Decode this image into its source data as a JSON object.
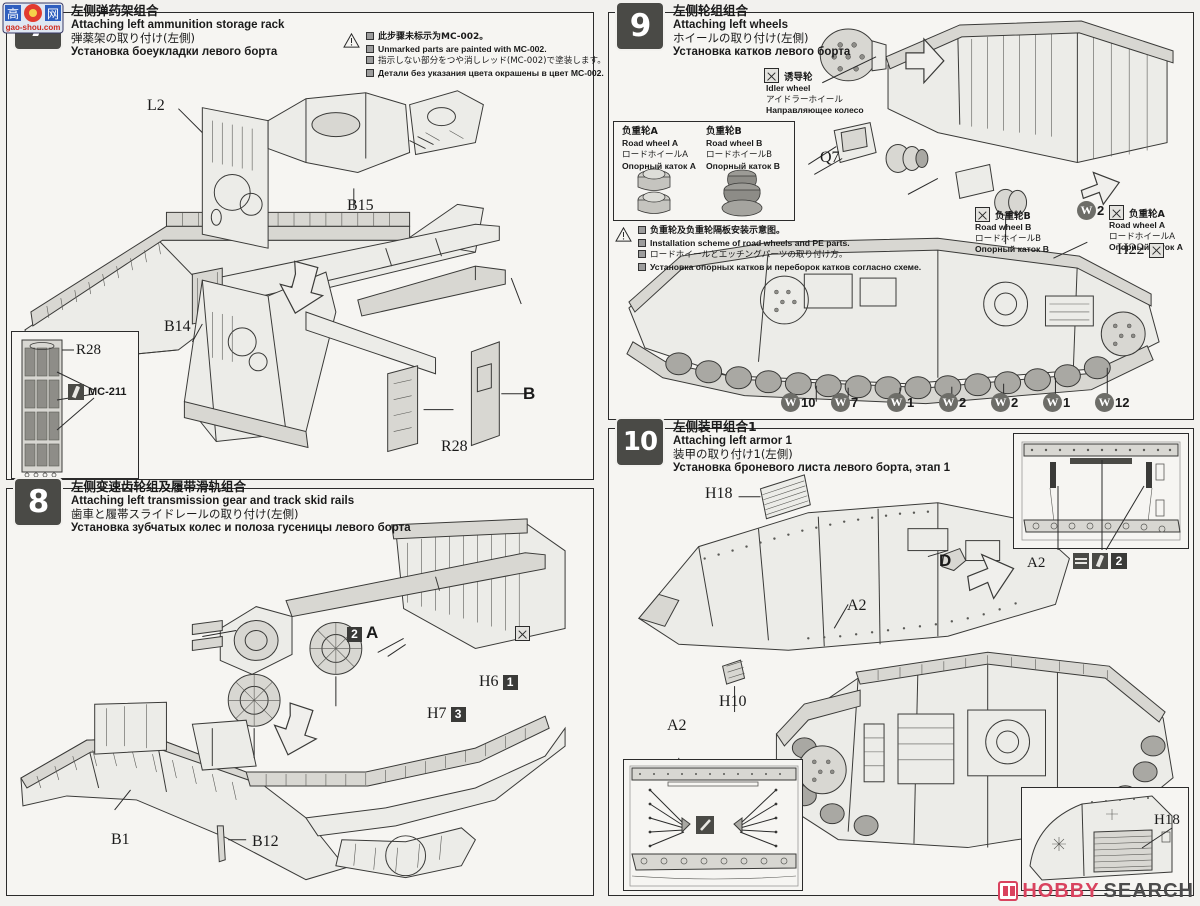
{
  "sheet": {
    "watermark_top_left": "gao-shou.com",
    "watermark_bottom_right_a": "HOBBY",
    "watermark_bottom_right_b": "SEARCH"
  },
  "steps": [
    {
      "id": "step-7",
      "number": "7",
      "title_cn": "左侧弹药架组合",
      "title_en": "Attaching left ammunition storage rack",
      "title_jp": "弾薬架の取り付け(左側)",
      "title_ru": "Установка боеукладки левого борта",
      "note": {
        "cn": "此步骤未标示为MC-002。",
        "en": "Unmarked parts are painted with MC-002.",
        "jp": "指示しない部分をつや消しレッド(MC-002)で塗装します。",
        "ru": "Детали без указания цвета окрашены в цвет MC-002."
      },
      "part_labels": [
        "L2",
        "B15",
        "B14",
        "R28",
        "B"
      ],
      "pe_inset": {
        "part": "R28",
        "paint_code": "MC-211"
      }
    },
    {
      "id": "step-8",
      "number": "8",
      "title_cn": "左侧变速齿轮组及履带滑轨组合",
      "title_en": "Attaching left transmission gear and track skid rails",
      "title_jp": "歯車と履帯スライドレールの取り付け(左側)",
      "title_ru": "Установка зубчатых колес и полоза гусеницы левого борта",
      "part_labels": [
        {
          "name": "A",
          "count": "2",
          "count_side": "left"
        },
        {
          "name": "H6",
          "count": "1",
          "count_side": "right"
        },
        {
          "name": "H7",
          "count": "3",
          "count_side": "right"
        },
        {
          "name": "B1",
          "count": "",
          "count_side": ""
        },
        {
          "name": "B12",
          "count": "",
          "count_side": ""
        }
      ]
    },
    {
      "id": "step-9",
      "number": "9",
      "title_cn": "左侧轮组组合",
      "title_en": "Attaching left wheels",
      "title_jp": "ホイールの取り付け(左側)",
      "title_ru": "Установка катков левого борта",
      "note": {
        "cn": "负重轮及负重轮隔板安装示意图。",
        "en": "Installation scheme of road wheels and PE parts.",
        "jp": "ロードホイールとエッチングパーツの取り付け方。",
        "ru": "Установка опорных катков и переборок катков согласно схеме."
      },
      "idler_callout": {
        "cn": "诱导轮",
        "en": "Idler wheel",
        "jp": "アイドラーホイール",
        "ru": "Направляющее колесо"
      },
      "road_wheel_a": {
        "cn": "负重轮A",
        "en": "Road wheel A",
        "jp": "ロードホイールA",
        "ru": "Опорный каток A"
      },
      "road_wheel_b": {
        "cn": "负重轮B",
        "en": "Road wheel B",
        "jp": "ロードホイールB",
        "ru": "Опорный каток B"
      },
      "part_labels": [
        "Q7",
        "H22"
      ],
      "wheel_markers": [
        {
          "letter": "W",
          "count": "10"
        },
        {
          "letter": "W",
          "count": "7"
        },
        {
          "letter": "W",
          "count": "1"
        },
        {
          "letter": "W",
          "count": "2"
        },
        {
          "letter": "W",
          "count": "2"
        },
        {
          "letter": "W",
          "count": "1"
        },
        {
          "letter": "W",
          "count": "12"
        }
      ],
      "side_marker": {
        "letter": "W",
        "count": "2"
      }
    },
    {
      "id": "step-10",
      "number": "10",
      "title_cn": "左侧装甲组合1",
      "title_en": "Attaching left armor 1",
      "title_jp": "装甲の取り付け1(左側)",
      "title_ru": "Установка броневого листа левого борта, этап 1",
      "part_labels": [
        "H18",
        "A2",
        "D",
        "H10",
        "A2",
        "H18"
      ],
      "detail_box_count": "2"
    }
  ]
}
